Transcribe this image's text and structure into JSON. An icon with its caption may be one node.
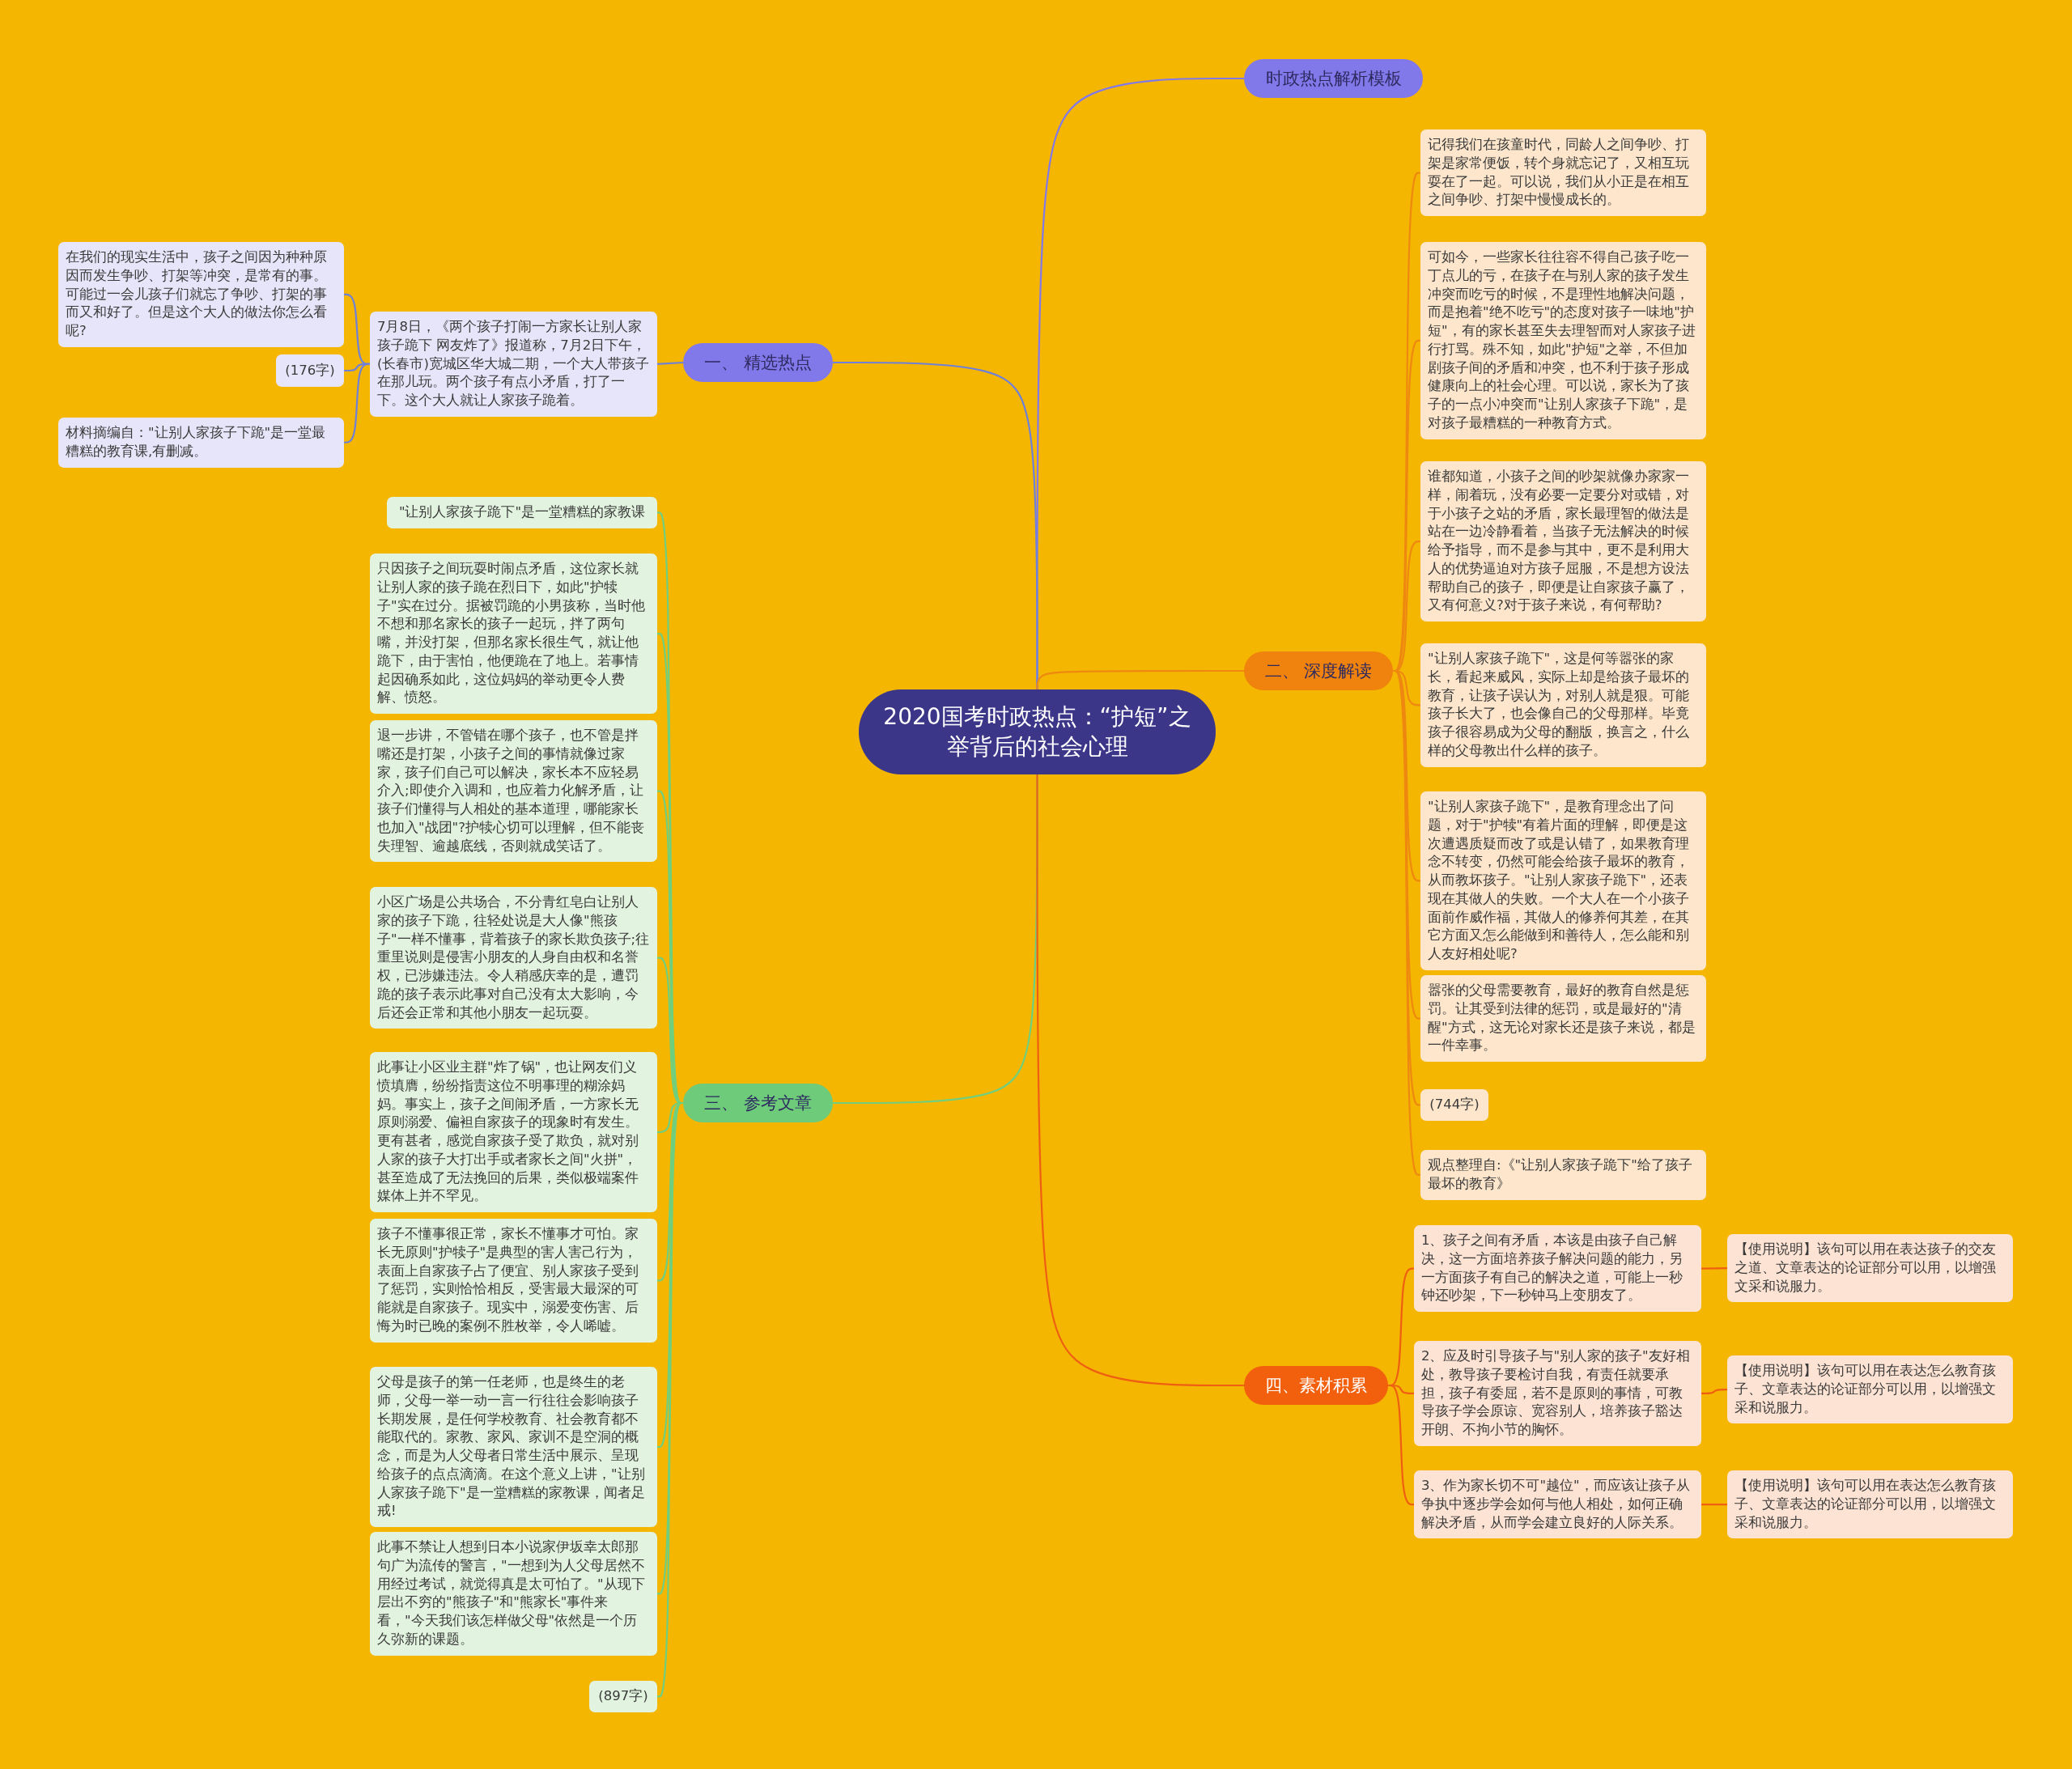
{
  "diagram": {
    "nodes": [
      {
        "text": [
          "2020国考时政热点：“护短”之举背后的社会心理"
        ]
      },
      {
        "text": [
          "时政热点解析模板"
        ]
      },
      {
        "text": [
          "一、 精选热点"
        ]
      },
      {
        "text": [
          "7月8日，《两个孩子打闹一方家长让别人家孩子跪下 网友炸了》报道称，7月2日下午，(长春市)宽城区华大城二期，一个大人带孩子在那儿玩。两个孩子有点小矛盾，打了一下。这个大人就让人家孩子跪着。"
        ]
      },
      {
        "text": [
          "在我们的现实生活中，孩子之间因为种种原因而发生争吵、打架等冲突，是常有的事。可能过一会儿孩子们就忘了争吵、打架的事而又和好了。但是这个大人的做法你怎么看呢?"
        ]
      },
      {
        "text": [
          "(176字)"
        ]
      },
      {
        "text": [
          "材料摘编自：\"让别人家孩子下跪\"是一堂最糟糕的教育课,有删减。"
        ]
      },
      {
        "text": [
          "二、 深度解读"
        ]
      },
      {
        "text": [
          "记得我们在孩童时代，同龄人之间争吵、打架是家常便饭，转个身就忘记了，又相互玩耍在了一起。可以说，我们从小正是在相互之间争吵、打架中慢慢成长的。"
        ]
      },
      {
        "text": [
          "可如今，一些家长往往容不得自己孩子吃一丁点儿的亏，在孩子在与别人家的孩子发生冲突而吃亏的时候，不是理性地解决问题，而是抱着\"绝不吃亏\"的态度对孩子一味地\"护短\"，有的家长甚至失去理智而对人家孩子进行打骂。殊不知，如此\"护短\"之举，不但加剧孩子间的矛盾和冲突，也不利于孩子形成健康向上的社会心理。可以说，家长为了孩子的一点小冲突而\"让别人家孩子下跪\"，是对孩子最糟糕的一种教育方式。"
        ]
      },
      {
        "text": [
          "谁都知道，小孩子之间的吵架就像办家家一样，闹着玩，没有必要一定要分对或错，对于小孩子之站的矛盾，家长最理智的做法是站在一边冷静看着，当孩子无法解决的时候给予指导，而不是参与其中，更不是利用大人的优势逼迫对方孩子屈服，不是想方设法帮助自己的孩子，即便是让自家孩子赢了，又有何意义?对于孩子来说，有何帮助?"
        ]
      },
      {
        "text": [
          "\"让别人家孩子跪下\"，这是何等嚣张的家长，看起来威风，实际上却是给孩子最坏的教育，让孩子误认为，对别人就是狠。可能孩子长大了，也会像自己的父母那样。毕竟孩子很容易成为父母的翻版，换言之，什么样的父母教出什么样的孩子。"
        ]
      },
      {
        "text": [
          "\"让别人家孩子跪下\"，是教育理念出了问题，对于\"护犊\"有着片面的理解，即便是这次遭遇质疑而改了或是认错了，如果教育理念不转变，仍然可能会给孩子最坏的教育，从而教坏孩子。\"让别人家孩子跪下\"，还表现在其做人的失败。一个大人在一个小孩子面前作威作福，其做人的修养何其差，在其它方面又怎么能做到和善待人，怎么能和别人友好相处呢?"
        ]
      },
      {
        "text": [
          "嚣张的父母需要教育，最好的教育自然是惩罚。让其受到法律的惩罚，或是最好的\"清醒\"方式，这无论对家长还是孩子来说，都是一件幸事。"
        ]
      },
      {
        "text": [
          "(744字)"
        ]
      },
      {
        "text": [
          "观点整理自:《\"让别人家孩子跪下\"给了孩子最坏的教育》"
        ]
      },
      {
        "text": [
          "三、 参考文章"
        ]
      },
      {
        "text": [
          "\"让别人家孩子跪下\"是一堂糟糕的家教课"
        ]
      },
      {
        "text": [
          "只因孩子之间玩耍时闹点矛盾，这位家长就让别人家的孩子跪在烈日下，如此\"护犊子\"实在过分。据被罚跪的小男孩称，当时他不想和那名家长的孩子一起玩，拌了两句嘴，并没打架，但那名家长很生气，就让他跪下，由于害怕，他便跪在了地上。若事情起因确系如此，这位妈妈的举动更令人费解、愤怒。"
        ]
      },
      {
        "text": [
          "退一步讲，不管错在哪个孩子，也不管是拌嘴还是打架，小孩子之间的事情就像过家家，孩子们自己可以解决，家长本不应轻易介入;即使介入调和，也应着力化解矛盾，让孩子们懂得与人相处的基本道理，哪能家长也加入\"战团\"?护犊心切可以理解，但不能丧失理智、逾越底线，否则就成笑话了。"
        ]
      },
      {
        "text": [
          "小区广场是公共场合，不分青红皂白让别人家的孩子下跪，往轻处说是大人像\"熊孩子\"一样不懂事，背着孩子的家长欺负孩子;往重里说则是侵害小朋友的人身自由权和名誉权，已涉嫌违法。令人稍感庆幸的是，遭罚跪的孩子表示此事对自己没有太大影响，今后还会正常和其他小朋友一起玩耍。"
        ]
      },
      {
        "text": [
          "此事让小区业主群\"炸了锅\"，也让网友们义愤填膺，纷纷指责这位不明事理的糊涂妈妈。事实上，孩子之间闹矛盾，一方家长无原则溺爱、偏袒自家孩子的现象时有发生。更有甚者，感觉自家孩子受了欺负，就对别人家的孩子大打出手或者家长之间\"火拼\"，甚至造成了无法挽回的后果，类似极端案件媒体上并不罕见。"
        ]
      },
      {
        "text": [
          "孩子不懂事很正常，家长不懂事才可怕。家长无原则\"护犊子\"是典型的害人害己行为，表面上自家孩子占了便宜、别人家孩子受到了惩罚，实则恰恰相反，受害最大最深的可能就是自家孩子。现实中，溺爱变伤害、后悔为时已晚的案例不胜枚举，令人唏嘘。"
        ]
      },
      {
        "text": [
          "父母是孩子的第一任老师，也是终生的老师，父母一举一动一言一行往往会影响孩子长期发展，是任何学校教育、社会教育都不能取代的。家教、家风、家训不是空洞的概念，而是为人父母者日常生活中展示、呈现给孩子的点点滴滴。在这个意义上讲，\"让别人家孩子跪下\"是一堂糟糕的家教课，闻者足戒!"
        ]
      },
      {
        "text": [
          "此事不禁让人想到日本小说家伊坂幸太郎那句广为流传的警言，\"一想到为人父母居然不用经过考试，就觉得真是太可怕了。\"从现下层出不穷的\"熊孩子\"和\"熊家长\"事件来看，\"今天我们该怎样做父母\"依然是一个历久弥新的课题。"
        ]
      },
      {
        "text": [
          "(897字)"
        ]
      },
      {
        "text": [
          "四、素材积累"
        ]
      },
      {
        "text": [
          "1、孩子之间有矛盾，本该是由孩子自己解决，这一方面培养孩子解决问题的能力，另一方面孩子有自己的解决之道，可能上一秒钟还吵架，下一秒钟马上变朋友了。"
        ]
      },
      {
        "text": [
          "【使用说明】该句可以用在表达孩子的交友之道、文章表达的论证部分可以用，以增强文采和说服力。"
        ]
      },
      {
        "text": [
          "2、应及时引导孩子与\"别人家的孩子\"友好相处，教导孩子要检讨自我，有责任就要承担，孩子有委屈，若不是原则的事情，可教导孩子学会原谅、宽容别人，培养孩子豁达开朗、不拘小节的胸怀。"
        ]
      },
      {
        "text": [
          "【使用说明】该句可以用在表达怎么教育孩子、文章表达的论证部分可以用，以增强文采和说服力。"
        ]
      },
      {
        "text": [
          "3、作为家长切不可\"越位\"，而应该让孩子从争执中逐步学会如何与他人相处，如何正确解决矛盾，从而学会建立良好的人际关系。"
        ]
      },
      {
        "text": [
          "【使用说明】该句可以用在表达怎么教育孩子、文章表达的论证部分可以用，以增强文采和说服力。"
        ]
      }
    ],
    "edges": [
      {
        "from": 0,
        "to": 1,
        "arrow": "none",
        "color": "#8179ea"
      },
      {
        "from": 0,
        "to": 2,
        "arrow": "none",
        "color": "#6f80d8"
      },
      {
        "from": 2,
        "to": 3,
        "arrow": "none",
        "color": "#6f80d8"
      },
      {
        "from": 3,
        "to": 4,
        "arrow": "none",
        "color": "#6f80d8"
      },
      {
        "from": 3,
        "to": 5,
        "arrow": "none",
        "color": "#6f80d8"
      },
      {
        "from": 3,
        "to": 6,
        "arrow": "none",
        "color": "#6f80d8"
      },
      {
        "from": 0,
        "to": 7,
        "arrow": "none",
        "color": "#ee8810"
      },
      {
        "from": 7,
        "to": 8,
        "arrow": "none",
        "color": "#ee8810"
      },
      {
        "from": 7,
        "to": 9,
        "arrow": "none",
        "color": "#ee8810"
      },
      {
        "from": 7,
        "to": 10,
        "arrow": "none",
        "color": "#ee8810"
      },
      {
        "from": 7,
        "to": 11,
        "arrow": "none",
        "color": "#ee8810"
      },
      {
        "from": 7,
        "to": 12,
        "arrow": "none",
        "color": "#ee8810"
      },
      {
        "from": 7,
        "to": 13,
        "arrow": "none",
        "color": "#ee8810"
      },
      {
        "from": 7,
        "to": 14,
        "arrow": "none",
        "color": "#ee8810"
      },
      {
        "from": 7,
        "to": 15,
        "arrow": "none",
        "color": "#ee8810"
      },
      {
        "from": 0,
        "to": 16,
        "arrow": "none"
      },
      {
        "from": 16,
        "to": 17,
        "arrow": "none"
      },
      {
        "from": 16,
        "to": 18,
        "arrow": "none"
      },
      {
        "from": 16,
        "to": 19,
        "arrow": "none"
      },
      {
        "from": 16,
        "to": 20,
        "arrow": "none"
      },
      {
        "from": 16,
        "to": 21,
        "arrow": "none"
      },
      {
        "from": 16,
        "to": 22,
        "arrow": "none"
      },
      {
        "from": 16,
        "to": 23,
        "arrow": "none"
      },
      {
        "from": 16,
        "to": 24,
        "arrow": "none"
      },
      {
        "from": 16,
        "to": 25,
        "arrow": "none"
      },
      {
        "from": 0,
        "to": 26,
        "arrow": "none",
        "color": "#ef5f12"
      },
      {
        "from": 26,
        "to": 27,
        "arrow": "none",
        "color": "#ef5f12"
      },
      {
        "from": 26,
        "to": 29,
        "arrow": "none",
        "color": "#ef5f12"
      },
      {
        "from": 26,
        "to": 31,
        "arrow": "none",
        "color": "#ef5f12"
      },
      {
        "from": 27,
        "to": 28,
        "arrow": "none",
        "color": "#ef5f12"
      },
      {
        "from": 29,
        "to": 30,
        "arrow": "none",
        "color": "#ef5f12"
      },
      {
        "from": 31,
        "to": 32,
        "arrow": "none",
        "color": "#ef5f12"
      }
    ]
  }
}
